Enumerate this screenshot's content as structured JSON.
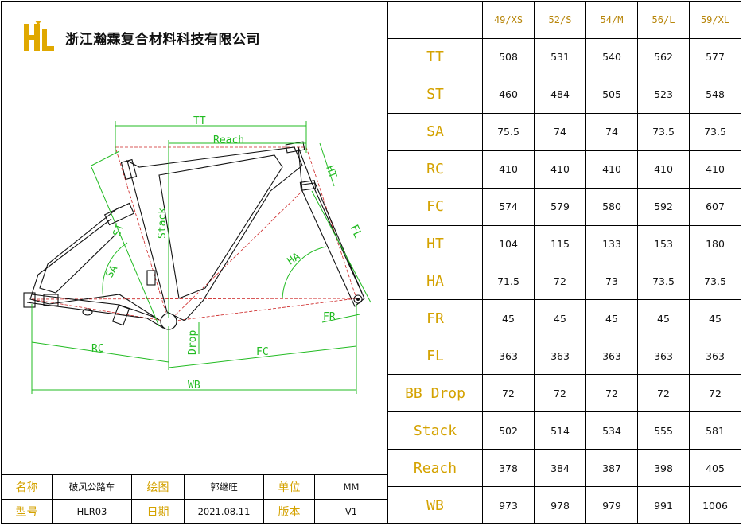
{
  "company": {
    "name": "浙江瀚霖复合材料科技有限公司",
    "logo_icon": "hl-logo-icon",
    "logo_color": "#e0a800"
  },
  "drawing_labels": {
    "tt": "TT",
    "reach": "Reach",
    "ht": "HT",
    "fl": "FL",
    "st": "ST",
    "sa": "SA",
    "stack": "Stack",
    "ha": "HA",
    "fr": "FR",
    "rc": "RC",
    "drop": "Drop",
    "fc": "FC",
    "wb": "WB"
  },
  "geometry": {
    "sizes": [
      "49/XS",
      "52/S",
      "54/M",
      "56/L",
      "59/XL"
    ],
    "rows": [
      {
        "param": "TT",
        "values": [
          "508",
          "531",
          "540",
          "562",
          "577"
        ]
      },
      {
        "param": "ST",
        "values": [
          "460",
          "484",
          "505",
          "523",
          "548"
        ]
      },
      {
        "param": "SA",
        "values": [
          "75.5",
          "74",
          "74",
          "73.5",
          "73.5"
        ]
      },
      {
        "param": "RC",
        "values": [
          "410",
          "410",
          "410",
          "410",
          "410"
        ]
      },
      {
        "param": "FC",
        "values": [
          "574",
          "579",
          "580",
          "592",
          "607"
        ]
      },
      {
        "param": "HT",
        "values": [
          "104",
          "115",
          "133",
          "153",
          "180"
        ]
      },
      {
        "param": "HA",
        "values": [
          "71.5",
          "72",
          "73",
          "73.5",
          "73.5"
        ]
      },
      {
        "param": "FR",
        "values": [
          "45",
          "45",
          "45",
          "45",
          "45"
        ]
      },
      {
        "param": "FL",
        "values": [
          "363",
          "363",
          "363",
          "363",
          "363"
        ]
      },
      {
        "param": "BB Drop",
        "values": [
          "72",
          "72",
          "72",
          "72",
          "72"
        ]
      },
      {
        "param": "Stack",
        "values": [
          "502",
          "514",
          "534",
          "555",
          "581"
        ]
      },
      {
        "param": "Reach",
        "values": [
          "378",
          "384",
          "387",
          "398",
          "405"
        ]
      },
      {
        "param": "WB",
        "values": [
          "973",
          "978",
          "979",
          "991",
          "1006"
        ]
      }
    ]
  },
  "title_block": {
    "name_label": "名称",
    "name_value": "破风公路车",
    "drawn_label": "绘图",
    "drawn_value": "郭继旺",
    "unit_label": "单位",
    "unit_value": "MM",
    "model_label": "型号",
    "model_value": "HLR03",
    "date_label": "日期",
    "date_value": "2021.08.11",
    "version_label": "版本",
    "version_value": "V1"
  },
  "colors": {
    "dimension_green": "#22bb22",
    "header_gold": "#b8860b",
    "param_gold": "#d4a200",
    "centerline_red": "#cc2222"
  }
}
